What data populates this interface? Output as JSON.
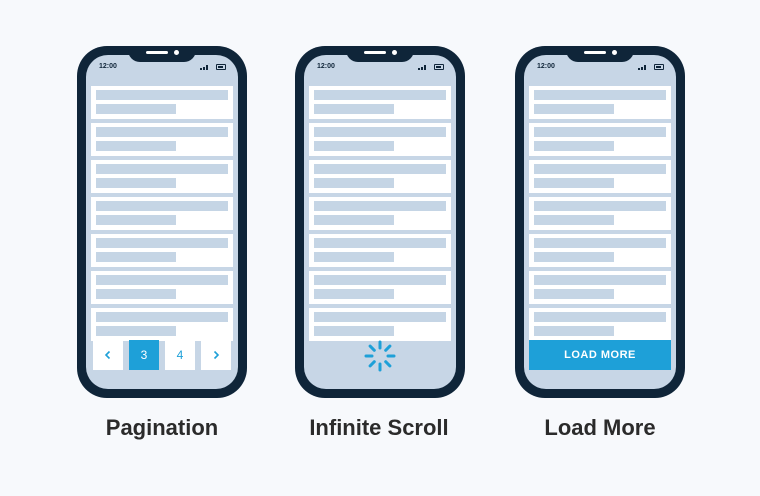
{
  "status_time": "12:00",
  "phones": [
    {
      "caption": "Pagination",
      "pager": {
        "prev_icon": "chevron-left-icon",
        "pages": [
          "3",
          "4"
        ],
        "active_page": "3",
        "next_icon": "chevron-right-icon"
      }
    },
    {
      "caption": "Infinite Scroll",
      "loader_icon": "spinner-icon"
    },
    {
      "caption": "Load More",
      "button_label": "LOAD MORE"
    }
  ],
  "colors": {
    "phone_frame": "#0f2539",
    "screen_bg": "#c7d6e6",
    "placeholder_line": "#c5d5e5",
    "accent": "#1ea0d8"
  }
}
